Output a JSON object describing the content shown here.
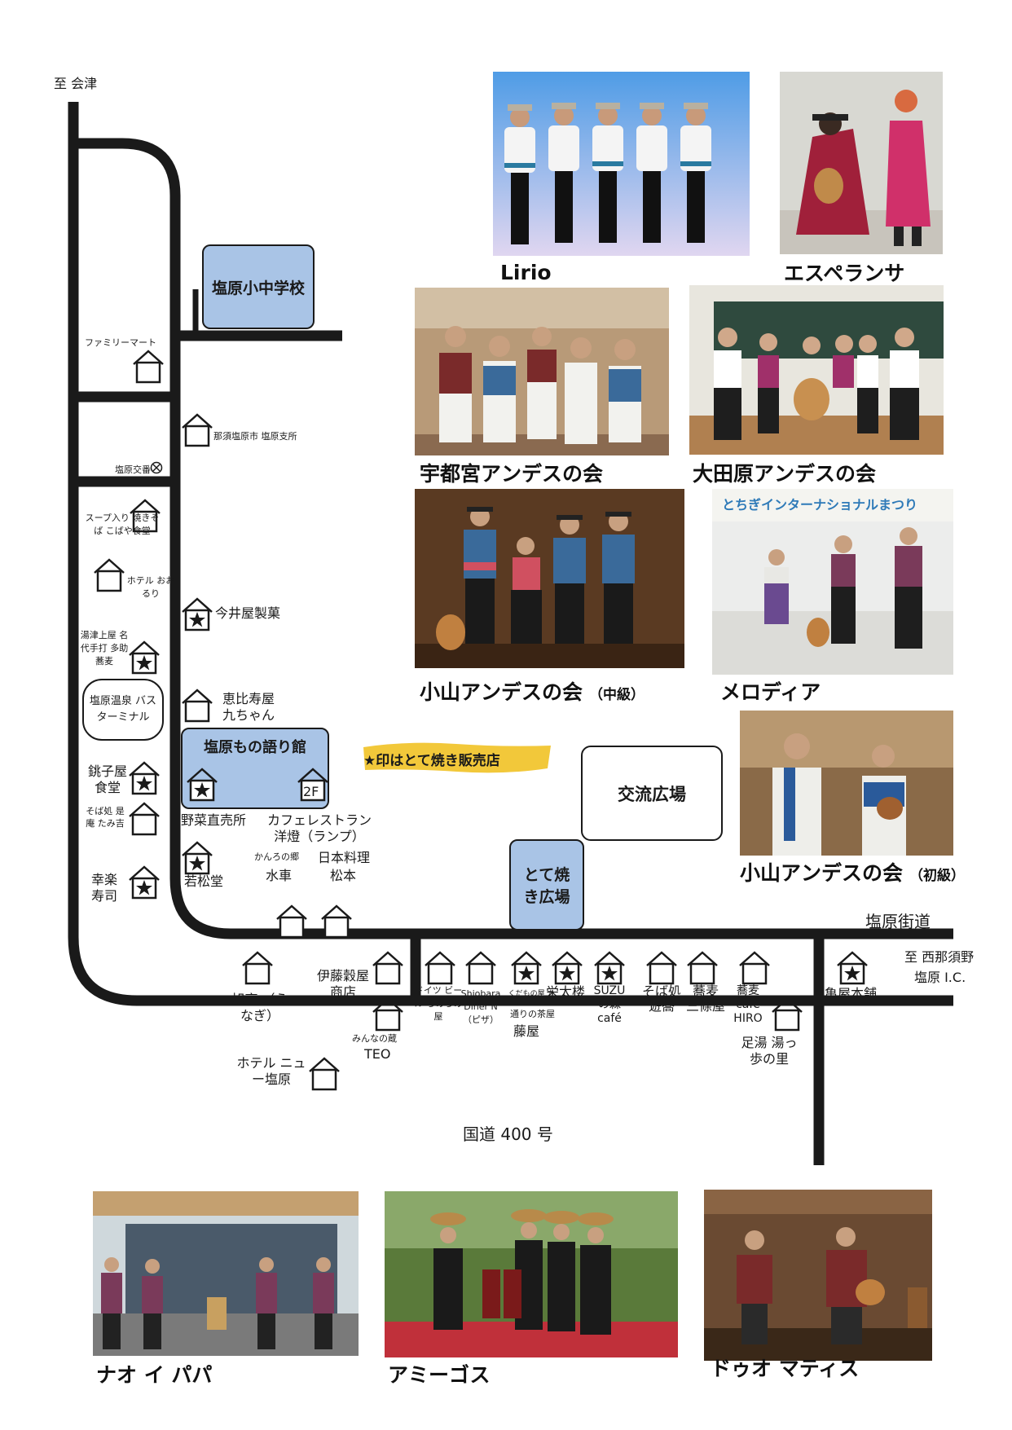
{
  "directions": {
    "aizu": "至 会津",
    "nishinasuno": "至 西那須野",
    "ic": "塩原 I.C.",
    "kaido": "塩原街道",
    "kokudo": "国道 400 号"
  },
  "facilities": {
    "school": "塩原小中学校",
    "monogatari": "塩原もの語り館",
    "monogatari_2f": "2F",
    "koryu": "交流広場",
    "toteyaki_hiroba": "とて焼き広場",
    "bus_terminal": "塩原温泉 バスターミナル",
    "koban": "塩原交番"
  },
  "legend_note": "★印はとて焼き販売店",
  "shops": {
    "familymart": "ファミリーマート",
    "shisho": "那須塩原市 塩原支所",
    "kobaya": "スープ入り 焼きそば こばや食堂",
    "ooruri": "ホテル おおるり",
    "imaiya": "今井屋製菓",
    "yutsu": "湯津上屋 名代手打 多助蕎麦",
    "ebisuya": "恵比寿屋 九ちゃん",
    "choshiya": "銚子屋 食堂",
    "soba_zean": "そば処 是庵 たみ吉",
    "yasai": "野菜直売所",
    "cafe": "カフェレストラン 洋燈（ランプ）",
    "wakamatsu": "若松堂",
    "kouraku": "幸楽 寿司",
    "kanro": "かんろの郷",
    "suisha": "水車",
    "nihonryori": "日本料理",
    "matsumoto": "松本",
    "kyokutei": "旭亭 （うなぎ）",
    "ito": "伊藤穀屋 商店",
    "minna": "みんなの蔵",
    "teo": "TEO",
    "doitsu": "ドイツ ビール らめらめ屋",
    "diner": "Shiobara Diner N （ピザ）",
    "kudamono": "くだもの屋 カフェ",
    "tori": "通りの茶屋",
    "fujiya": "藤屋",
    "eitairou": "栄太楼",
    "suzu": "SUZU の森 café",
    "sobajo": "そば処 遊蕎",
    "sanjoya": "蕎麦 三條屋",
    "hiro": "蕎麦 café HIRO",
    "ashiyu": "足湯 湯っ歩の里",
    "kameya": "亀屋本舗",
    "newshiobara": "ホテル ニュー塩原"
  },
  "groups": {
    "lirio": "Lirio",
    "esperanza": "エスペランサ",
    "utsunomiya": "宇都宮アンデスの会",
    "otawara": "大田原アンデスの会",
    "oyama_mid": "小山アンデスの会",
    "oyama_mid_level": "（中級）",
    "melodia": "メロディア",
    "oyama_beg": "小山アンデスの会",
    "oyama_beg_level": "（初級）",
    "nao": "ナオ イ パパ",
    "amigos": "アミーゴス",
    "duo": "ドゥオ マティス"
  },
  "photo_banner": "とちぎインターナショナルまつり",
  "colors": {
    "road": "#1a1a1a",
    "facility_blue": "#a9c4e6",
    "note_yellow": "#f2c83a"
  }
}
